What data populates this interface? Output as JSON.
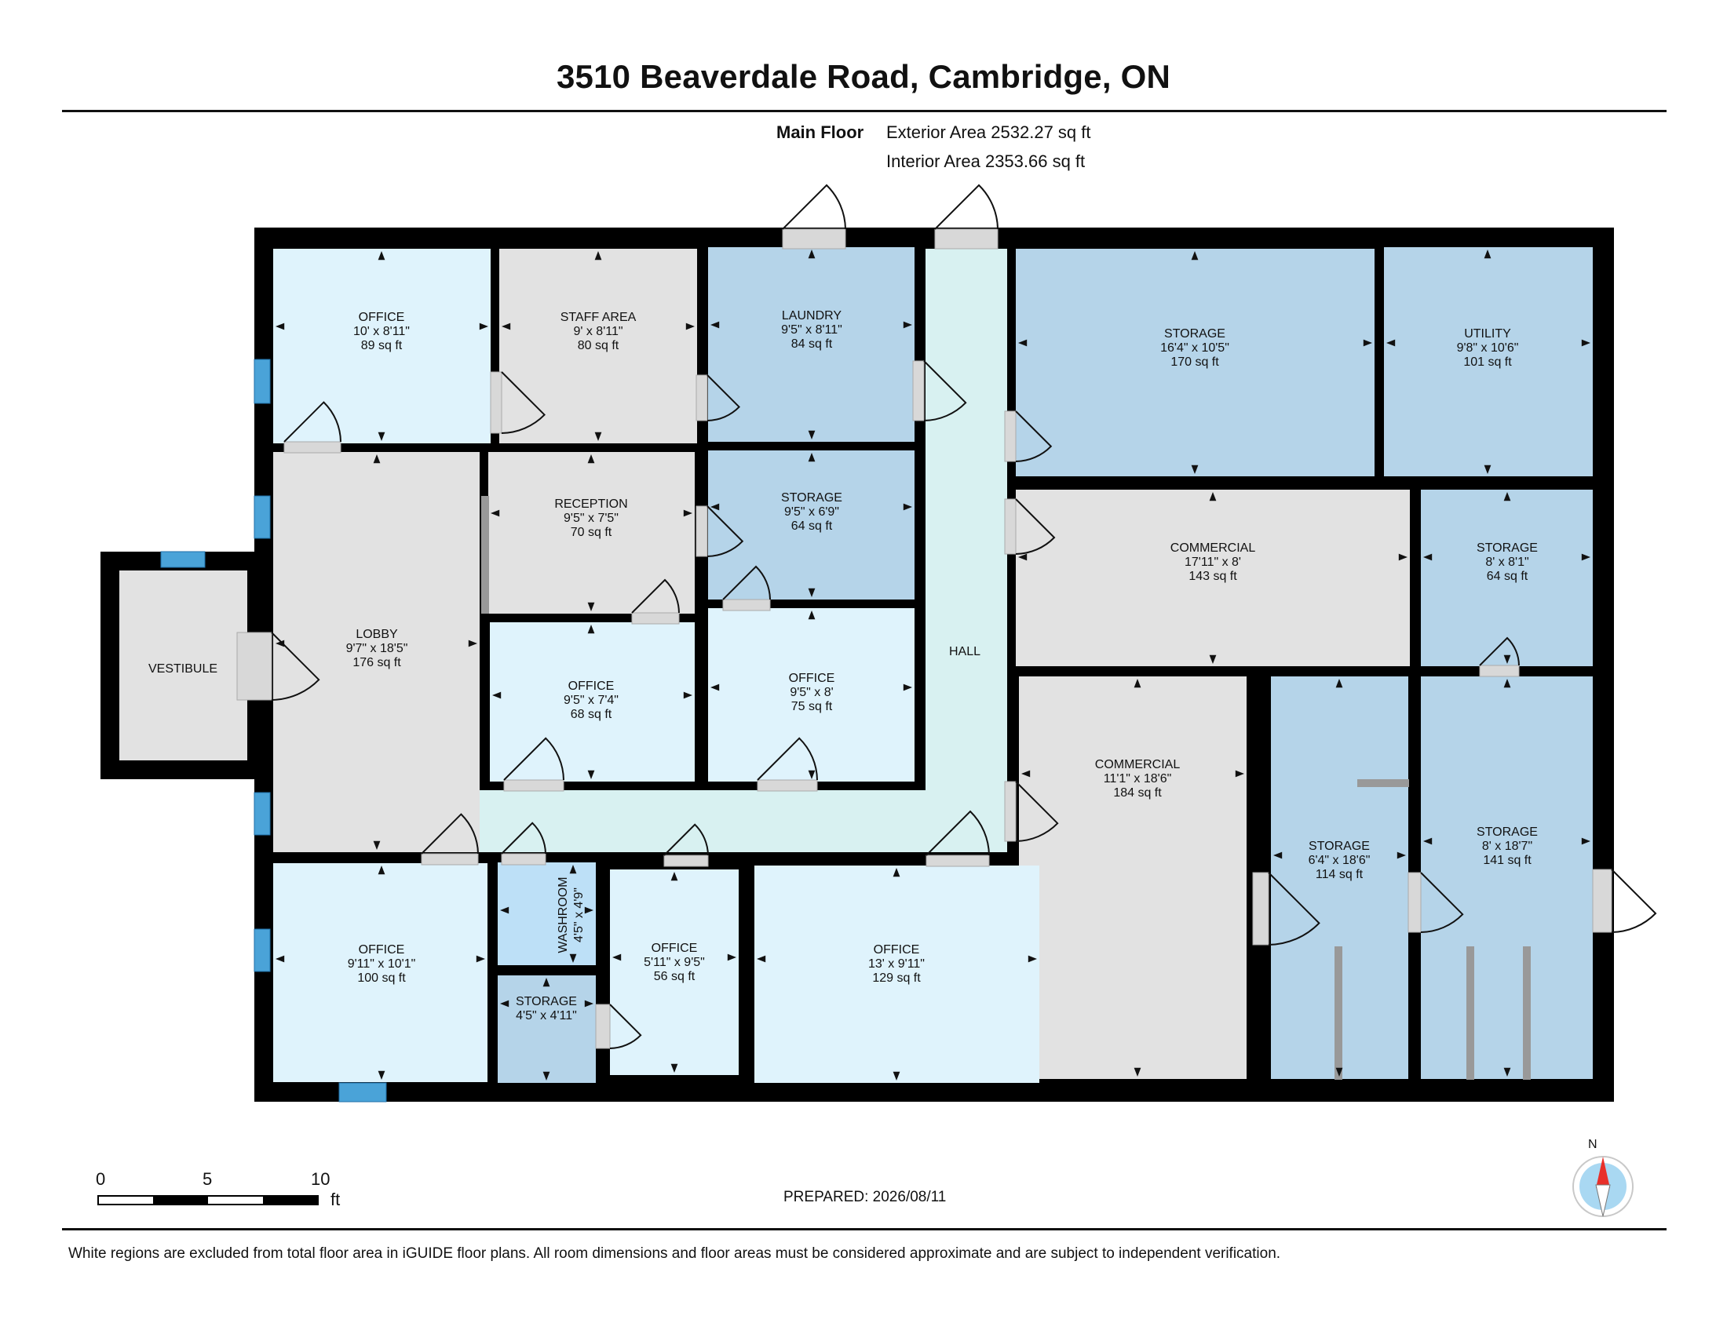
{
  "title": "3510 Beaverdale Road, Cambridge, ON",
  "floor": {
    "name": "Main Floor",
    "exterior_area": "Exterior Area 2532.27 sq ft",
    "interior_area": "Interior Area 2353.66 sq ft"
  },
  "rooms": [
    {
      "id": "office-1",
      "name": "OFFICE",
      "dims": "10' x 8'11\"",
      "area": "89 sq ft",
      "color": "#dff3fc"
    },
    {
      "id": "staff-area",
      "name": "STAFF AREA",
      "dims": "9' x 8'11\"",
      "area": "80 sq ft",
      "color": "#e2e2e2"
    },
    {
      "id": "laundry",
      "name": "LAUNDRY",
      "dims": "9'5\" x 8'11\"",
      "area": "84 sq ft",
      "color": "#b5d4e9"
    },
    {
      "id": "storage-1",
      "name": "STORAGE",
      "dims": "16'4\" x 10'5\"",
      "area": "170 sq ft",
      "color": "#b5d4e9"
    },
    {
      "id": "utility",
      "name": "UTILITY",
      "dims": "9'8\" x 10'6\"",
      "area": "101 sq ft",
      "color": "#b5d4e9"
    },
    {
      "id": "reception",
      "name": "RECEPTION",
      "dims": "9'5\" x 7'5\"",
      "area": "70 sq ft",
      "color": "#e2e2e2"
    },
    {
      "id": "storage-2",
      "name": "STORAGE",
      "dims": "9'5\" x 6'9\"",
      "area": "64 sq ft",
      "color": "#b5d4e9"
    },
    {
      "id": "commercial-1",
      "name": "COMMERCIAL",
      "dims": "17'11\" x 8'",
      "area": "143 sq ft",
      "color": "#e2e2e2"
    },
    {
      "id": "storage-3",
      "name": "STORAGE",
      "dims": "8' x 8'1\"",
      "area": "64 sq ft",
      "color": "#b5d4e9"
    },
    {
      "id": "lobby",
      "name": "LOBBY",
      "dims": "9'7\" x 18'5\"",
      "area": "176 sq ft",
      "color": "#e2e2e2"
    },
    {
      "id": "office-2",
      "name": "OFFICE",
      "dims": "9'5\" x 7'4\"",
      "area": "68 sq ft",
      "color": "#dff3fc"
    },
    {
      "id": "office-3",
      "name": "OFFICE",
      "dims": "9'5\" x 8'",
      "area": "75 sq ft",
      "color": "#dff3fc"
    },
    {
      "id": "hall",
      "name": "HALL",
      "dims": "",
      "area": "",
      "color": "#d8f1f1"
    },
    {
      "id": "vestibule",
      "name": "VESTIBULE",
      "dims": "",
      "area": "",
      "color": "#e2e2e2"
    },
    {
      "id": "commercial-2",
      "name": "COMMERCIAL",
      "dims": "11'1\" x 18'6\"",
      "area": "184 sq ft",
      "color": "#e2e2e2"
    },
    {
      "id": "storage-4",
      "name": "STORAGE",
      "dims": "6'4\" x 18'6\"",
      "area": "114 sq ft",
      "color": "#b5d4e9"
    },
    {
      "id": "storage-5",
      "name": "STORAGE",
      "dims": "8' x 18'7\"",
      "area": "141 sq ft",
      "color": "#b5d4e9"
    },
    {
      "id": "office-4",
      "name": "OFFICE",
      "dims": "9'11\" x 10'1\"",
      "area": "100 sq ft",
      "color": "#dff3fc"
    },
    {
      "id": "washroom",
      "name": "WASHROOM",
      "dims": "4'5\" x 4'9\"",
      "area": "",
      "color": "#bde0f7"
    },
    {
      "id": "storage-6",
      "name": "STORAGE",
      "dims": "4'5\" x 4'11\"",
      "area": "",
      "color": "#b5d4e9"
    },
    {
      "id": "office-5",
      "name": "OFFICE",
      "dims": "5'11\" x 9'5\"",
      "area": "56 sq ft",
      "color": "#dff3fc"
    },
    {
      "id": "office-6",
      "name": "OFFICE",
      "dims": "13' x 9'11\"",
      "area": "129 sq ft",
      "color": "#dff3fc"
    }
  ],
  "scale": {
    "labels": [
      "0",
      "5",
      "10"
    ],
    "unit": "ft"
  },
  "north_label": "N",
  "prepared": "PREPARED: 2026/08/11",
  "disclaimer": "White regions are excluded from total floor area in iGUIDE floor plans. All room dimensions and floor areas must be considered approximate and are subject to independent verification.",
  "colors": {
    "wall": "#000000",
    "office": "#dff3fc",
    "neutral": "#e2e2e2",
    "storage": "#b5d4e9",
    "hall": "#d8f1f1",
    "window": "#4aa3d8",
    "compass": "#e8302a"
  }
}
